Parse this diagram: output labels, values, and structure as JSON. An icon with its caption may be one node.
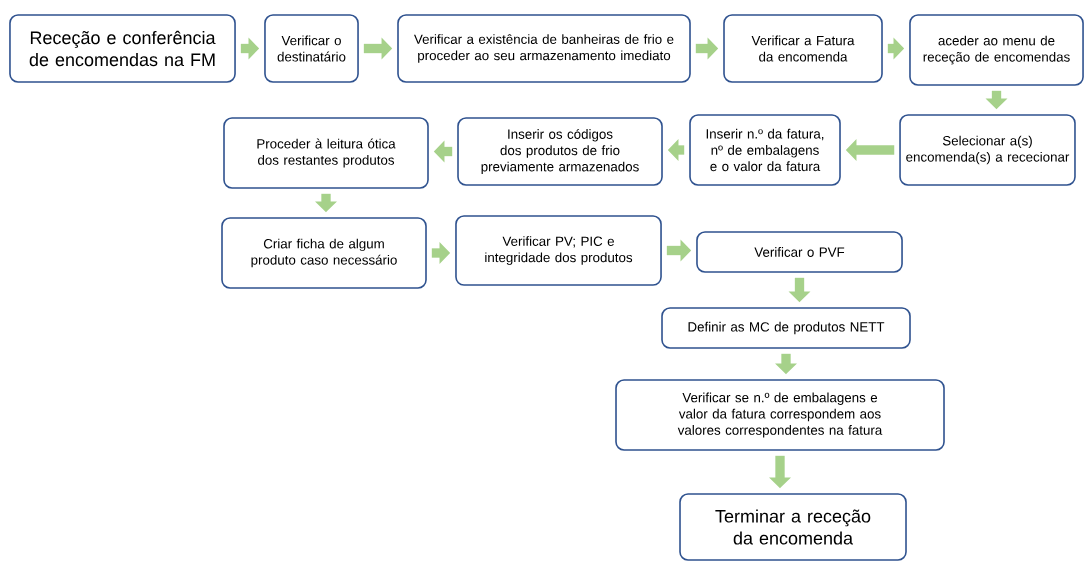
{
  "diagram": {
    "nodes": [
      {
        "text": [
          "Receção e conferência de encomendas na FM"
        ]
      },
      {
        "text": [
          "Verificar o destinatário"
        ]
      },
      {
        "text": [
          "Verificar a existência de banheiras de frio e proceder ao seu armazenamento imediato"
        ]
      },
      {
        "text": [
          "Verificar a Fatura da encomenda"
        ]
      },
      {
        "text": [
          "aceder ao menu de receção de encomendas"
        ]
      },
      {
        "text": [
          "Selecionar a(s) encomenda(s) a rececionar"
        ]
      },
      {
        "text": [
          "Inserir n.º da fatura, nº de embalagens e o valor da fatura"
        ]
      },
      {
        "text": [
          "Inserir os códigos dos produtos de frio previamente armazenados"
        ]
      },
      {
        "text": [
          "Proceder à leitura ótica dos restantes produtos"
        ]
      },
      {
        "text": [
          "Criar ficha de algum produto caso necessário"
        ]
      },
      {
        "text": [
          "Verificar PV; PIC e integridade dos produtos"
        ]
      },
      {
        "text": [
          "Verificar o PVF"
        ]
      },
      {
        "text": [
          "Definir as MC de produtos NETT"
        ]
      },
      {
        "text": [
          "Verificar se n.º de embalagens e valor da fatura correspondem aos valores correspondentes na fatura"
        ]
      },
      {
        "text": [
          "Terminar a receção da encomenda"
        ]
      }
    ],
    "edges": [
      {
        "from": 0,
        "to": 1,
        "arrow": "to"
      },
      {
        "from": 1,
        "to": 2,
        "arrow": "to"
      },
      {
        "from": 2,
        "to": 3,
        "arrow": "to"
      },
      {
        "from": 3,
        "to": 4,
        "arrow": "to"
      },
      {
        "from": 4,
        "to": 5,
        "arrow": "to"
      },
      {
        "from": 5,
        "to": 6,
        "arrow": "to"
      },
      {
        "from": 6,
        "to": 7,
        "arrow": "to"
      },
      {
        "from": 7,
        "to": 8,
        "arrow": "to"
      },
      {
        "from": 8,
        "to": 9,
        "arrow": "to"
      },
      {
        "from": 9,
        "to": 10,
        "arrow": "to"
      },
      {
        "from": 10,
        "to": 11,
        "arrow": "to"
      },
      {
        "from": 11,
        "to": 12,
        "arrow": "to"
      },
      {
        "from": 12,
        "to": 13,
        "arrow": "to"
      },
      {
        "from": 13,
        "to": 14,
        "arrow": "to"
      }
    ]
  }
}
